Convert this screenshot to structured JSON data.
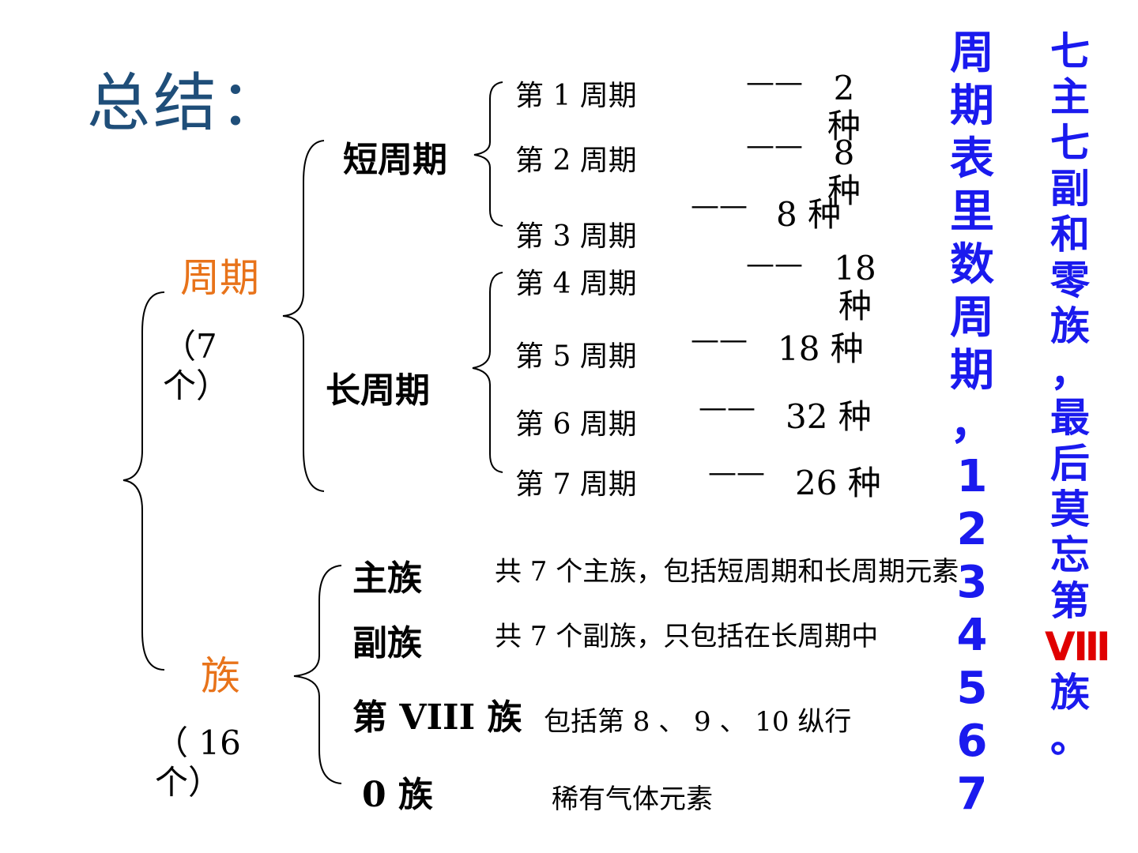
{
  "title": "总结：",
  "periods": {
    "label": "周期",
    "count": "（7 个）",
    "short": {
      "label": "短周期",
      "rows": [
        {
          "period": "第  1 周期",
          "count": "2 种"
        },
        {
          "period": "第  2 周期",
          "count": "8 种"
        },
        {
          "period": "第  3 周期",
          "count": "8 种"
        }
      ]
    },
    "long": {
      "label": "长周期",
      "rows": [
        {
          "period": "第  4 周期",
          "count": "18 种"
        },
        {
          "period": "第   5 周期",
          "count": "18 种"
        },
        {
          "period": "第  6 周期",
          "count": "32 种"
        },
        {
          "period": "第   7 周期",
          "count": "26 种"
        }
      ]
    }
  },
  "groups": {
    "label": "族",
    "count": "（ 16 个）",
    "items": [
      {
        "label": "主族",
        "desc": "共  7 个主族，包括短周期和长周期元素"
      },
      {
        "label": "副族",
        "desc": "共  7 个副族，只包括在长周期中"
      },
      {
        "label": "第 VIII 族",
        "desc": "包括第 8 、 9 、 10 纵行"
      },
      {
        "label": "0 族",
        "desc": "稀有气体元素"
      }
    ]
  },
  "mnemonic_1": "周期表里数周期，1234567",
  "mnemonic_2_a": "七主七副和零族，最后莫忘第",
  "mnemonic_2_roman": "Ⅷ",
  "mnemonic_2_b": "族。",
  "dash": "——",
  "colors": {
    "title": "#1f4e79",
    "orange": "#e8731a",
    "blue": "#1a1aee",
    "red": "#e00000"
  }
}
